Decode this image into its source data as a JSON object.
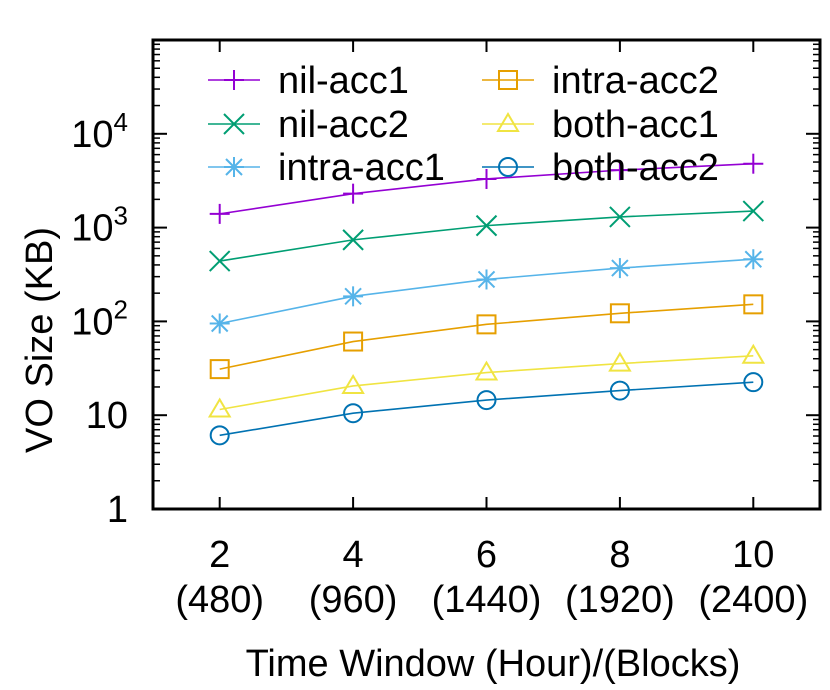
{
  "chart_data": {
    "type": "line",
    "xlabel": "Time Window (Hour)/(Blocks)",
    "ylabel": "VO Size (KB)",
    "x": [
      2,
      4,
      6,
      8,
      10
    ],
    "x_tick_labels": [
      {
        "top": "2",
        "bottom": "(480)"
      },
      {
        "top": "4",
        "bottom": "(960)"
      },
      {
        "top": "6",
        "bottom": "(1440)"
      },
      {
        "top": "8",
        "bottom": "(1920)"
      },
      {
        "top": "10",
        "bottom": "(2400)"
      }
    ],
    "xlim": [
      1,
      11
    ],
    "y_scale": "log",
    "ylim": [
      1,
      100000
    ],
    "y_ticks": [
      {
        "value": 1,
        "label": "1"
      },
      {
        "value": 10,
        "label": "10"
      },
      {
        "value": 100,
        "base": "10",
        "exp": "2"
      },
      {
        "value": 1000,
        "base": "10",
        "exp": "3"
      },
      {
        "value": 10000,
        "base": "10",
        "exp": "4"
      }
    ],
    "grid": false,
    "legend": {
      "position": "top-left",
      "columns": 2
    },
    "series": [
      {
        "name": "nil-acc1",
        "marker": "plus",
        "color": "#9400d3",
        "values": [
          1400,
          2300,
          3300,
          4100,
          4800
        ]
      },
      {
        "name": "nil-acc2",
        "marker": "cross",
        "color": "#009e73",
        "values": [
          440,
          740,
          1050,
          1300,
          1500
        ]
      },
      {
        "name": "intra-acc1",
        "marker": "star",
        "color": "#56b4e9",
        "values": [
          95,
          185,
          280,
          370,
          460
        ]
      },
      {
        "name": "intra-acc2",
        "marker": "square",
        "color": "#e69f00",
        "values": [
          31,
          61,
          93,
          122,
          152
        ]
      },
      {
        "name": "both-acc1",
        "marker": "triangle",
        "color": "#f0e442",
        "values": [
          11.5,
          20.5,
          28.5,
          35.5,
          43
        ]
      },
      {
        "name": "both-acc2",
        "marker": "circle",
        "color": "#0072b2",
        "values": [
          6.1,
          10.5,
          14.5,
          18.3,
          22.5
        ]
      }
    ]
  }
}
